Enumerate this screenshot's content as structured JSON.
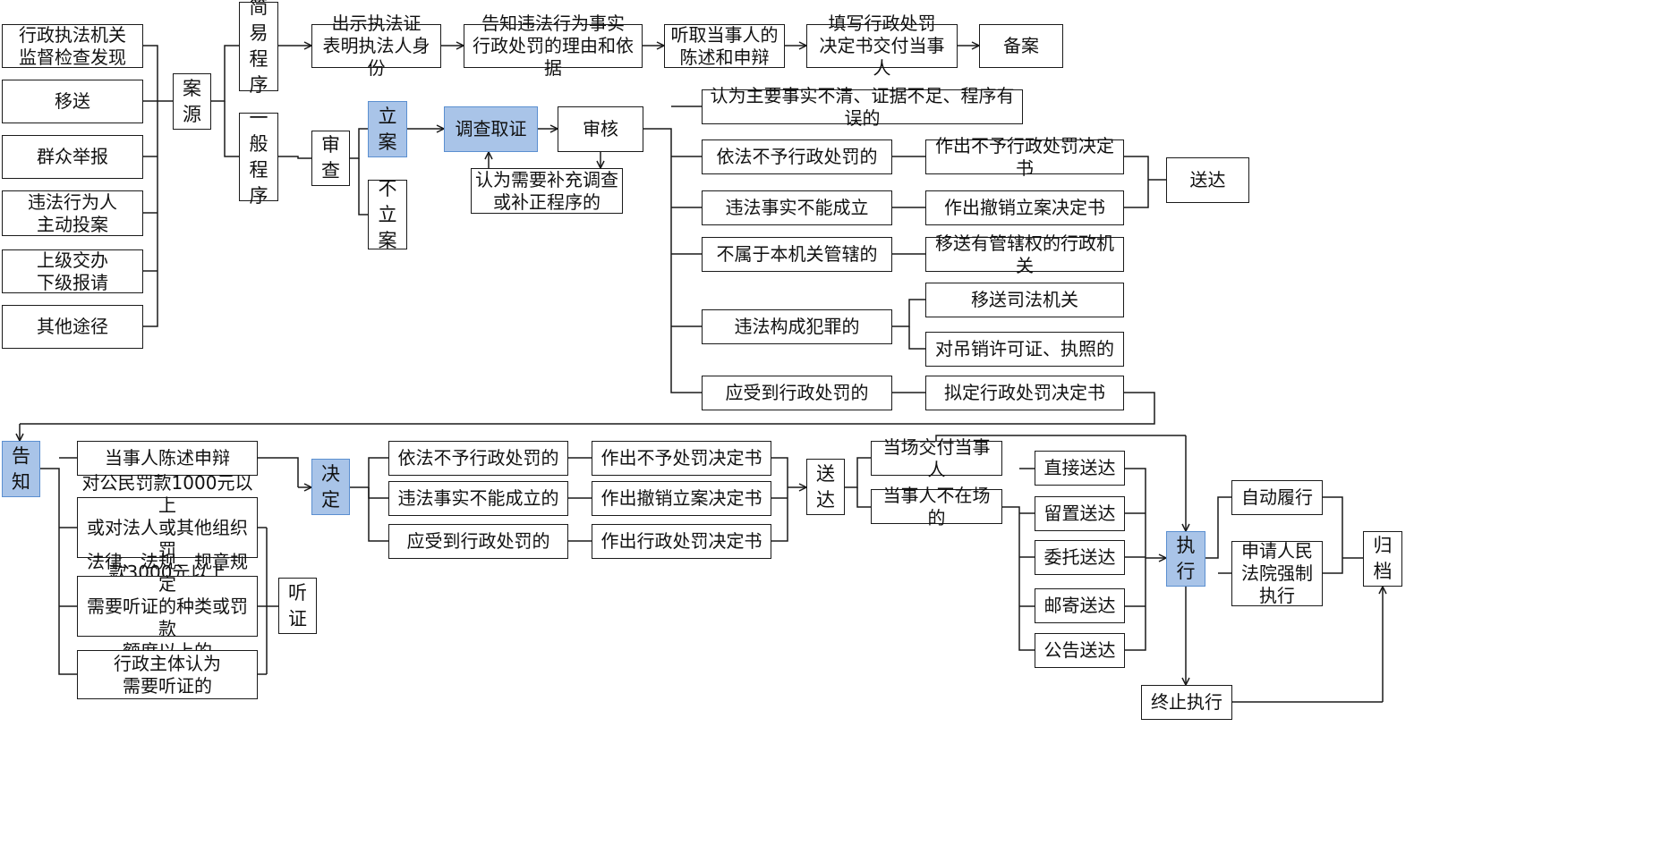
{
  "colors": {
    "line": "#1a1a1a",
    "highlight_fill": "#a9c4e8",
    "highlight_border": "#5b8fd0"
  },
  "nodes": {
    "src1": "行政执法机关\n监督检查发现",
    "src2": "移送",
    "src3": "群众举报",
    "src4": "违法行为人\n主动投案",
    "src5": "上级交办\n下级报请",
    "src6": "其他途径",
    "anyuan": "案\n源",
    "jianyi": "简\n易\n程\n序",
    "yiban": "一\n般\n程\n序",
    "s1": "出示执法证\n表明执法人身份",
    "s2": "告知违法行为事实\n行政处罚的理由和依据",
    "s3": "听取当事人的\n陈述和申辩",
    "s4": "填写行政处罚\n决定书交付当事人",
    "s5": "备案",
    "shencha": "审\n查",
    "lian": "立\n案",
    "bulian": "不\n立\n案",
    "diaocha": "调查取证",
    "shenhe": "审核",
    "buchong": "认为需要补充调查\n或补正程序的",
    "r1": "认为主要事实不清、证据不足、程序有误的",
    "r2": "依法不予行政处罚的",
    "r3": "违法事实不能成立",
    "r4": "不属于本机关管辖的",
    "r5": "违法构成犯罪的",
    "r6": "应受到行政处罚的",
    "o2": "作出不予行政处罚决定书",
    "o3": "作出撤销立案决定书",
    "o4": "移送有管辖权的行政机关",
    "o5a": "移送司法机关",
    "o5b": "对吊销许可证、执照的",
    "o6": "拟定行政处罚决定书",
    "songda1": "送达",
    "gaozhi": "告\n知",
    "chenshu": "当事人陈述申辩",
    "h1": "对公民罚款1000元以上\n或对法人或其他组织罚\n款3000元以上",
    "h2": "法律、法规、规章规定\n需要听证的种类或罚款\n额度以上的",
    "h3": "行政主体认为\n需要听证的",
    "tingzheng": "听\n证",
    "jueding": "决\n定",
    "d1": "依法不予行政处罚的",
    "d2": "违法事实不能成立的",
    "d3": "应受到行政处罚的",
    "e1": "作出不予处罚决定书",
    "e2": "作出撤销立案决定书",
    "e3": "作出行政处罚决定书",
    "songda2": "送\n达",
    "dangchang": "当场交付当事人",
    "buzai": "当事人不在场的",
    "m1": "直接送达",
    "m2": "留置送达",
    "m3": "委托送达",
    "m4": "邮寄送达",
    "m5": "公告送达",
    "zhixing": "执\n行",
    "zidong": "自动履行",
    "shenqing": "申请人民\n法院强制\n执行",
    "guidang": "归\n档",
    "zhongzhi": "终止执行"
  }
}
